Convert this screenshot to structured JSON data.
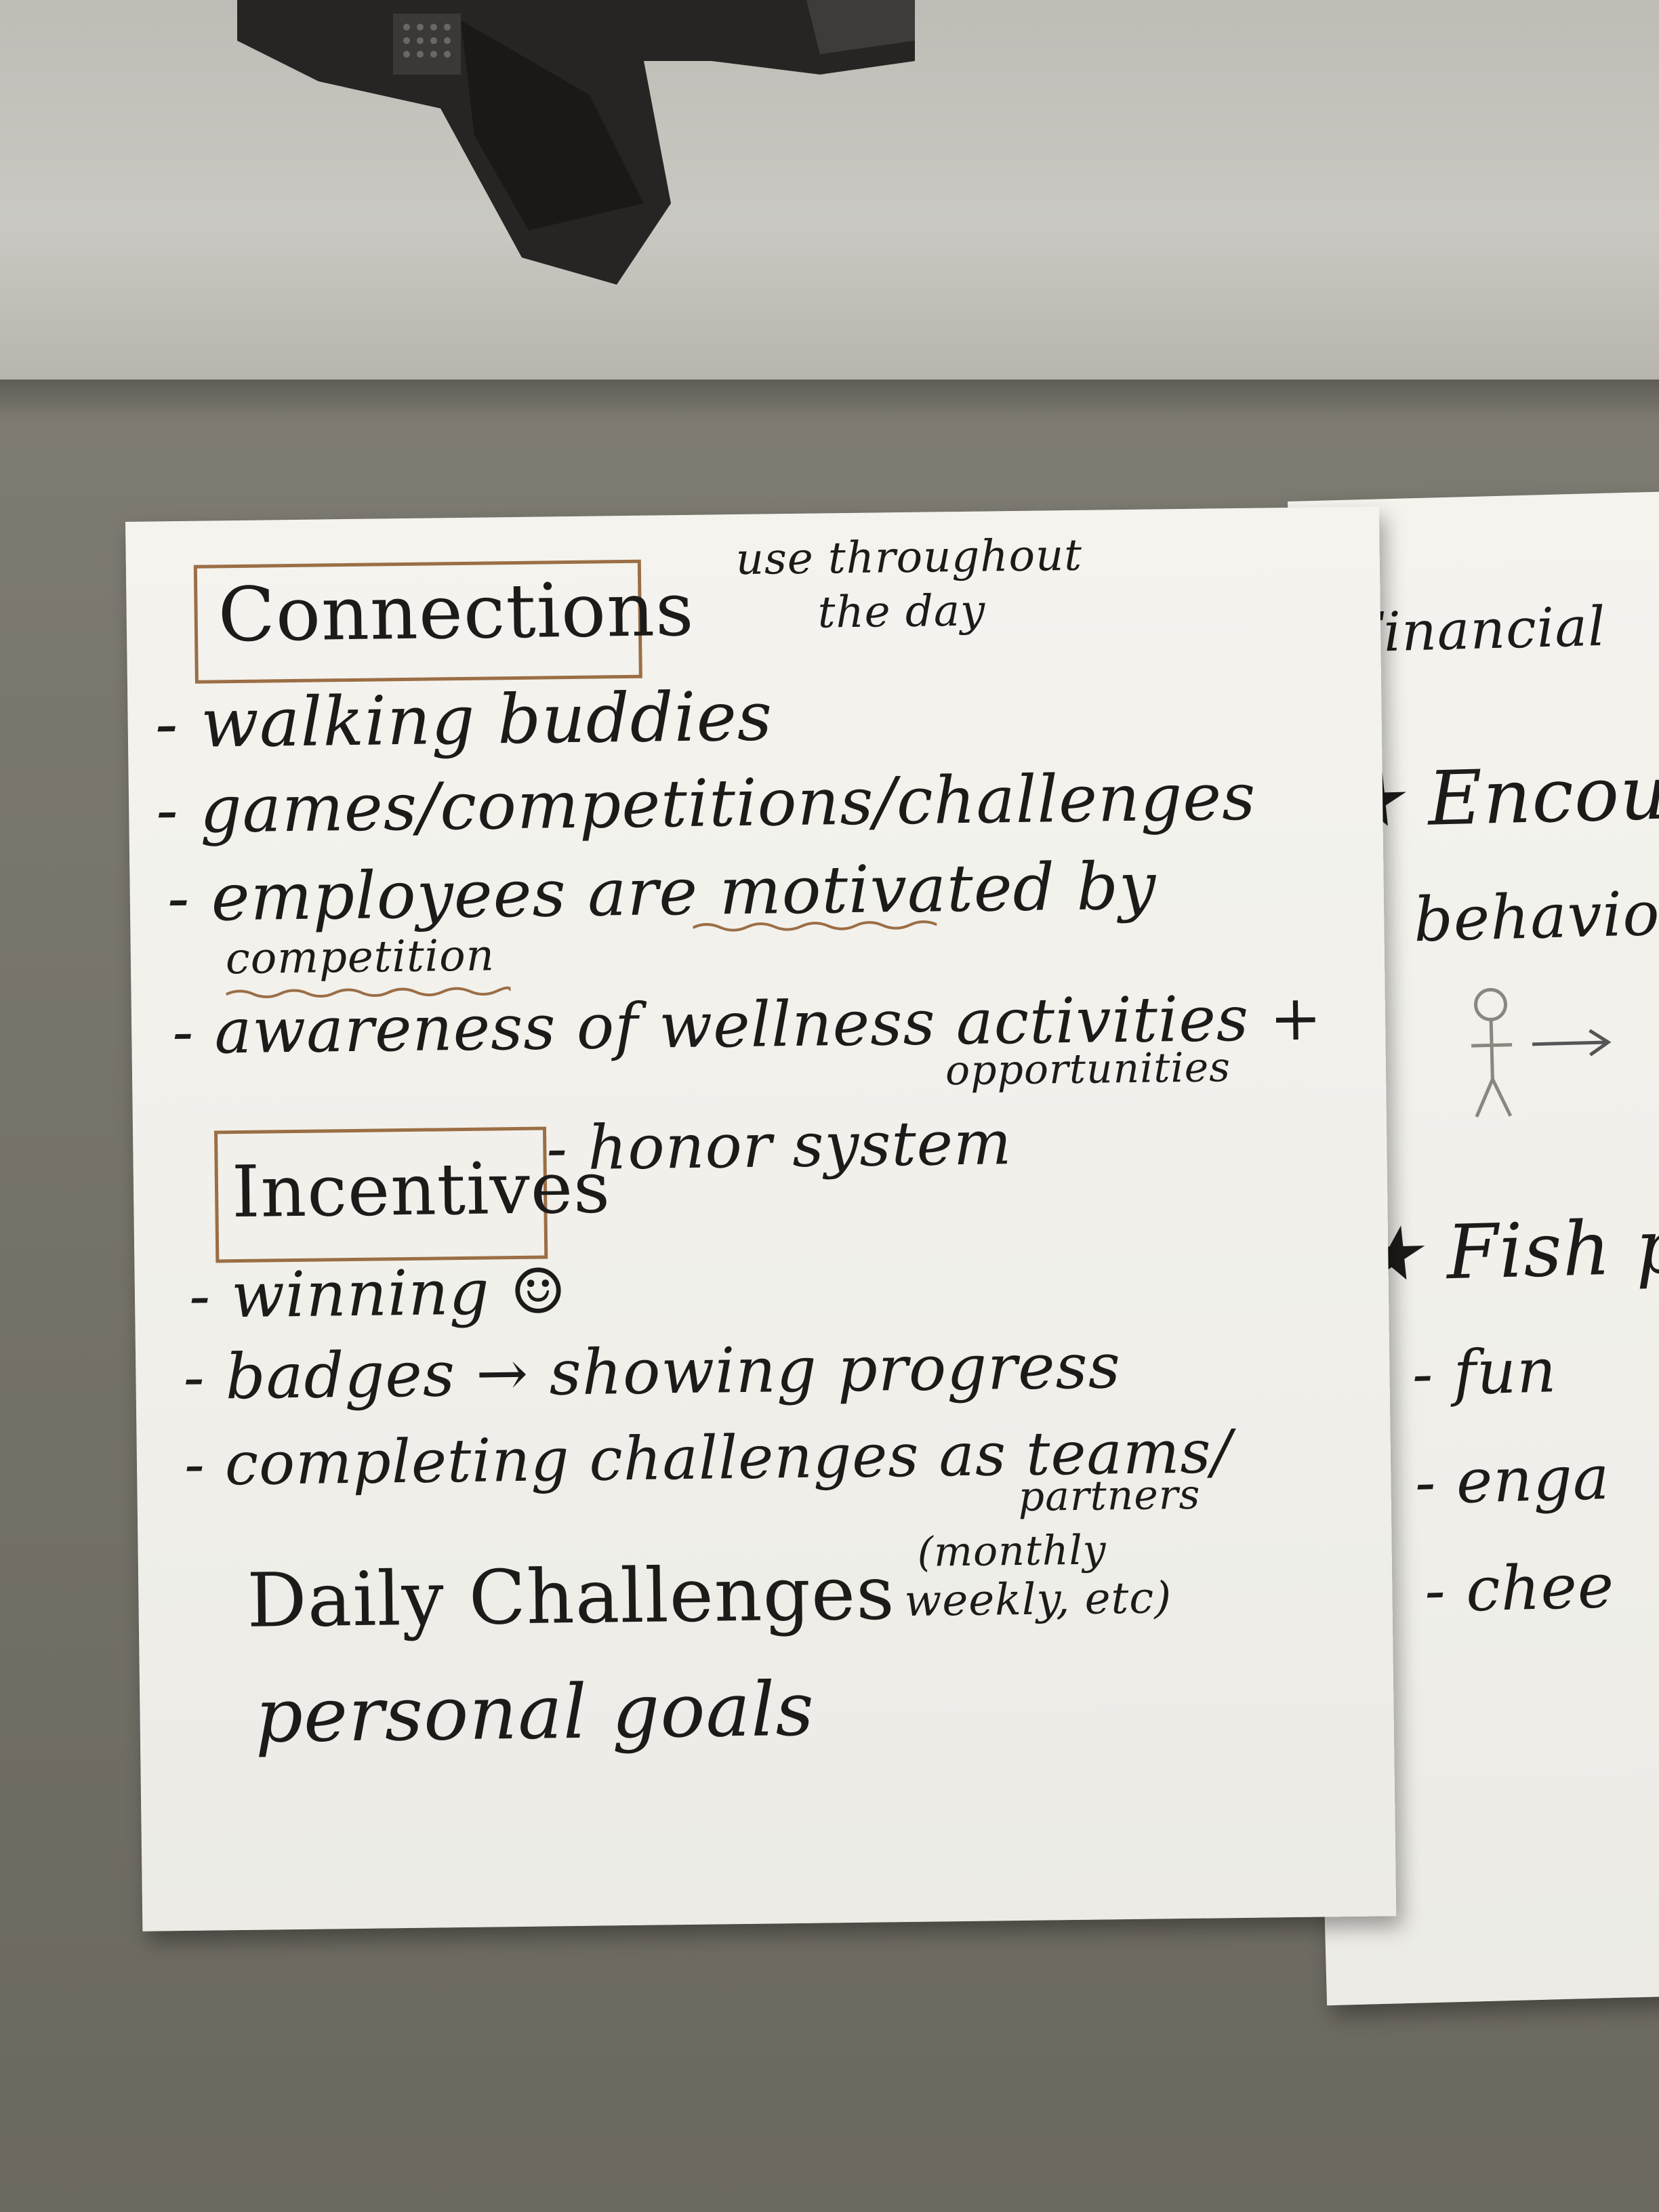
{
  "left_sheet": {
    "connections": {
      "heading": "Connections",
      "note_line1": "use throughout",
      "note_line2": "the day",
      "items": [
        "- walking buddies",
        "- games/competitions/challenges",
        "- employees are motivated by",
        "competition",
        "- awareness of wellness activities +",
        "opportunities"
      ]
    },
    "incentives": {
      "heading": "Incentives",
      "side_note": "- honor system",
      "items": [
        "- winning ☺",
        "- badges → showing progress",
        "- completing challenges as teams/",
        "partners"
      ],
      "daily": "Daily Challenges",
      "daily_note_line1": "(monthly",
      "daily_note_line2": "weekly, etc)",
      "personal": "personal goals"
    }
  },
  "right_sheet": {
    "title": "Financial",
    "item1": "★ Encoura",
    "item1_sub": "behavior",
    "item2": "★ Fish p",
    "sub_items": [
      "- fun",
      "- enga",
      "- chee"
    ]
  },
  "colors": {
    "ink": "#1c1b1a",
    "box_border": "#9b6e45",
    "paper": "#f2f1ec",
    "wall": "#76736a"
  }
}
